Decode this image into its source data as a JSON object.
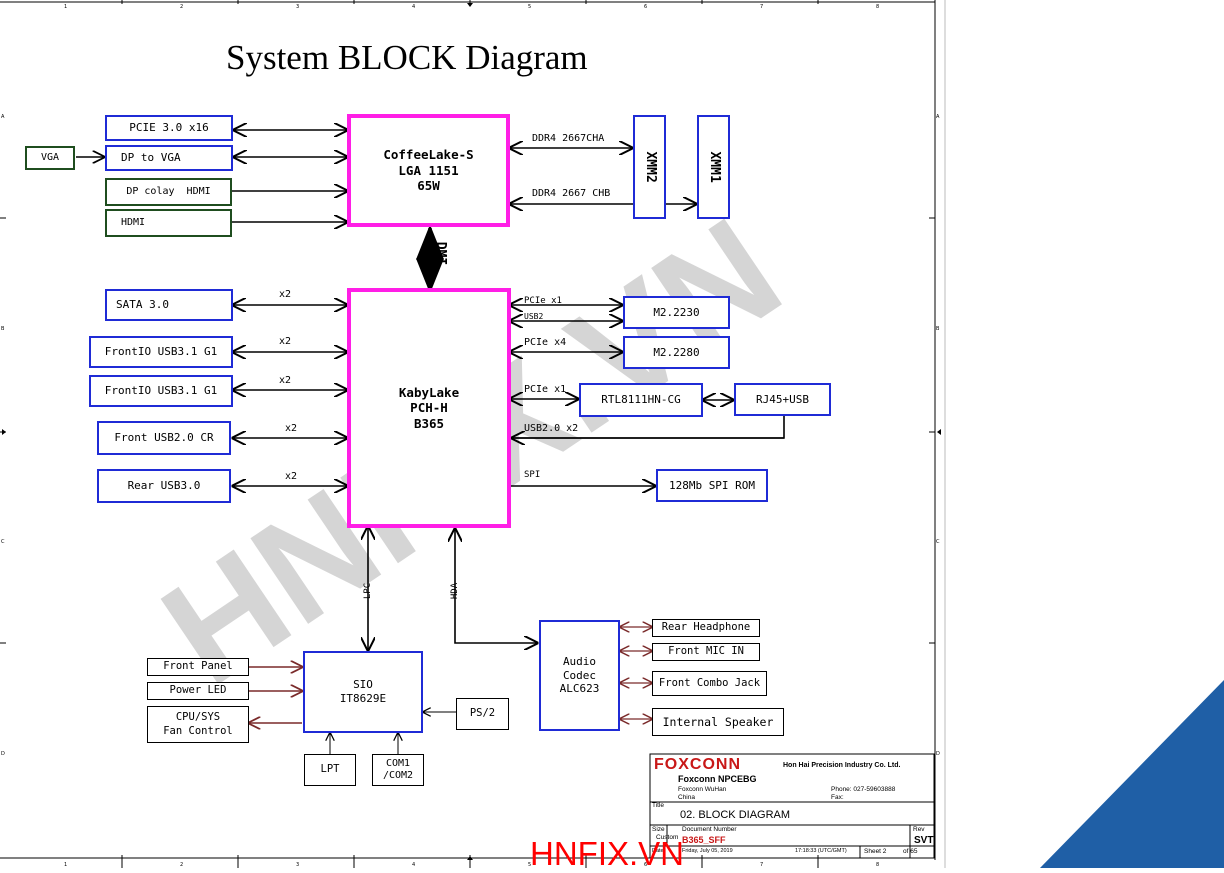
{
  "title": "System BLOCK Diagram",
  "cpu": {
    "line1": "CoffeeLake-S",
    "line2": "LGA 1151",
    "line3": "65W"
  },
  "pch": {
    "line1": "KabyLake",
    "line2": "PCH-H",
    "line3": "B365"
  },
  "left_cpu": {
    "pcie": "PCIE 3.0 x16",
    "dp_to_vga": "DP to VGA",
    "vga": "VGA",
    "dp_hdmi": "DP colay  HDMI",
    "hdmi": "HDMI"
  },
  "memory": {
    "cha": "DDR4 2667CHA",
    "chb": "DDR4 2667 CHB",
    "xmm2": "XMM2",
    "xmm1": "XMM1"
  },
  "dmi": "DMI",
  "left_pch": {
    "sata": "SATA 3.0",
    "usb31_a": "FrontIO USB3.1 G1",
    "usb31_b": "FrontIO USB3.1 G1",
    "usb20": "Front USB2.0 CR",
    "rear_usb": "Rear USB3.0",
    "x2": "x2"
  },
  "right_pch": {
    "pcie_x1_a": "PCIe x1",
    "usb2": "USB2",
    "m2_2230": "M2.2230",
    "pcie_x4": "PCIe x4",
    "m2_2280": "M2.2280",
    "pcie_x1_b": "PCIe x1",
    "rtl": "RTL8111HN-CG",
    "rj45": "RJ45+USB",
    "usb20x2": "USB2.0 x2",
    "spi": "SPI",
    "spi_rom": "128Mb SPI ROM"
  },
  "lpc": "LPC",
  "hda": "HDA",
  "sio": {
    "line1": "SIO",
    "line2": "IT8629E"
  },
  "sio_left": {
    "front_panel": "Front Panel",
    "power_led": "Power LED",
    "fan": "CPU/SYS\nFan Control"
  },
  "ps2": "PS/2",
  "lpt": "LPT",
  "com": "COM1\n/COM2",
  "audio": {
    "box": "Audio\nCodec\nALC623"
  },
  "audio_out": {
    "rear_hp": "Rear Headphone",
    "mic": "Front MIC IN",
    "combo": "Front Combo Jack",
    "speaker": "Internal Speaker"
  },
  "titleblock": {
    "logo": "FOXCONN",
    "company": "Hon Hai Precision Industry Co. Ltd.",
    "npcebg": "Foxconn NPCEBG",
    "city": "Foxconn WuHan",
    "country": "China",
    "phone": "Phone:  027-59603888",
    "fax": "Fax:",
    "title_label": "Title",
    "doc_title": "02. BLOCK DIAGRAM",
    "size_label": "Size",
    "size_value": "Custom",
    "docnum_label": "Document Number",
    "docnum": "B365_SFF",
    "rev_label": "Rev",
    "rev": "SVT",
    "date_label": "Date:",
    "date": "Friday, July 05, 2019",
    "time": "17:18:33   (UTC/GMT)",
    "sheet": "Sheet  2",
    "of": "of  65"
  },
  "watermark": "HNFIX.VN",
  "watermark_small": "HNFIX.VN",
  "border": {
    "cols": [
      "1",
      "2",
      "3",
      "4",
      "5",
      "6",
      "7",
      "8"
    ],
    "rows": [
      "A",
      "B",
      "C",
      "D"
    ]
  }
}
